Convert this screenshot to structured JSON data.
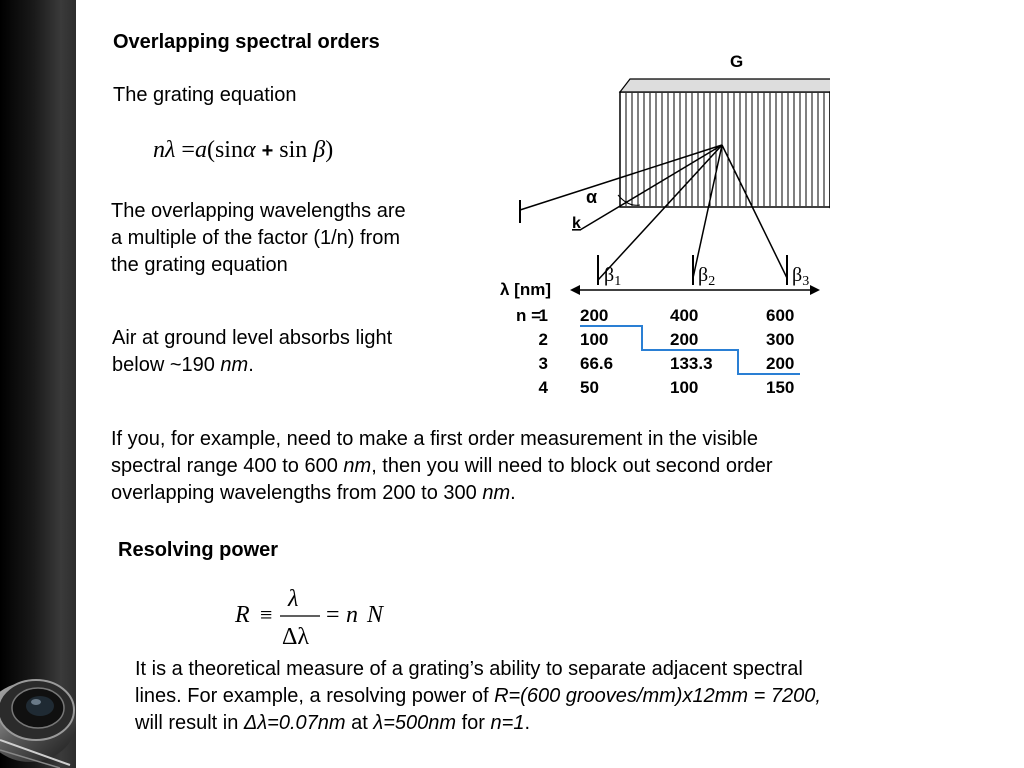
{
  "section1": {
    "title": "Overlapping spectral orders",
    "grating_label": "The grating equation",
    "equation": {
      "lhs": "nλ",
      "eq": "=",
      "rhs_a": "a",
      "open": "(sin",
      "alpha": "α",
      "plus": "+",
      "sin2": "sin",
      "beta": "β",
      "close": ")"
    },
    "overlap_text": [
      "The overlapping wavelengths are",
      "a multiple of the factor (1/n) from",
      "the grating equation"
    ],
    "air_text": {
      "line1": "Air at ground level absorbs light",
      "line2_pre": "below ~190 ",
      "line2_unit": "nm",
      "line2_post": "."
    },
    "example": {
      "l1": "If you, for example, need to make a first order measurement in the visible",
      "l2_pre": "spectral range 400 to 600 ",
      "l2_unit": "nm",
      "l2_post": ", then you will need to block out second order",
      "l3_pre": "overlapping wavelengths from 200 to 300 ",
      "l3_unit": "nm",
      "l3_post": "."
    }
  },
  "diagram": {
    "grating_label": "G",
    "alpha_label": "α",
    "k_label": "k",
    "beta_labels": [
      "β",
      "β",
      "β"
    ],
    "beta_subs": [
      "1",
      "2",
      "3"
    ],
    "lambda_label": "λ [nm]",
    "n_label": "n =",
    "rows": [
      {
        "n": "1",
        "v": [
          "200",
          "400",
          "600"
        ]
      },
      {
        "n": "2",
        "v": [
          "100",
          "200",
          "300"
        ]
      },
      {
        "n": "3",
        "v": [
          "66.6",
          "133.3",
          "200"
        ]
      },
      {
        "n": "4",
        "v": [
          "50",
          "100",
          "150"
        ]
      }
    ],
    "step_color": "#2a7fd4"
  },
  "section2": {
    "title": "Resolving power",
    "formula": {
      "R": "R",
      "equiv": "≡",
      "num": "λ",
      "den": "Δλ",
      "eq": "=",
      "n": "n",
      "N": "N"
    },
    "desc": {
      "l1": "It is a theoretical measure of a grating’s ability to separate adjacent spectral",
      "l2_pre": "lines. For example, a resolving power of ",
      "l2_em": "R=(600 grooves/mm)x12mm = 7200,",
      "l3_pre": "will result in ",
      "l3_em1": "Δλ=0.07nm",
      "l3_mid": " at ",
      "l3_em2": "λ=500nm",
      "l3_mid2": " for ",
      "l3_em3": "n=1",
      "l3_post": "."
    }
  },
  "colors": {
    "sidebar": "#000000",
    "accent_line": "#2a7fd4"
  }
}
